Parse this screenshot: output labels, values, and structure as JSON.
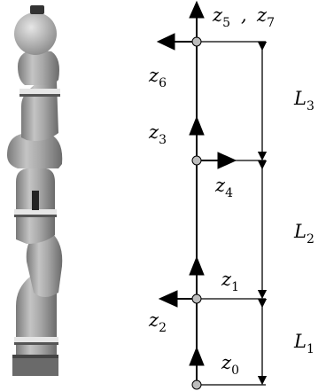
{
  "labels": {
    "z5": {
      "base": "z",
      "sub": "5"
    },
    "z7": {
      "base": "z",
      "sub": "7"
    },
    "comma": ",",
    "z6": {
      "base": "z",
      "sub": "6"
    },
    "z3": {
      "base": "z",
      "sub": "3"
    },
    "z4": {
      "base": "z",
      "sub": "4"
    },
    "z1": {
      "base": "z",
      "sub": "1"
    },
    "z2": {
      "base": "z",
      "sub": "2"
    },
    "z0": {
      "base": "z",
      "sub": "0"
    },
    "L3": {
      "base": "L",
      "sub": "3"
    },
    "L2": {
      "base": "L",
      "sub": "2"
    },
    "L1": {
      "base": "L",
      "sub": "1"
    }
  },
  "colors": {
    "robot_body": "#a3a3a3",
    "robot_dark": "#595959",
    "ring": "#e6e6e6",
    "line": "#000000"
  }
}
